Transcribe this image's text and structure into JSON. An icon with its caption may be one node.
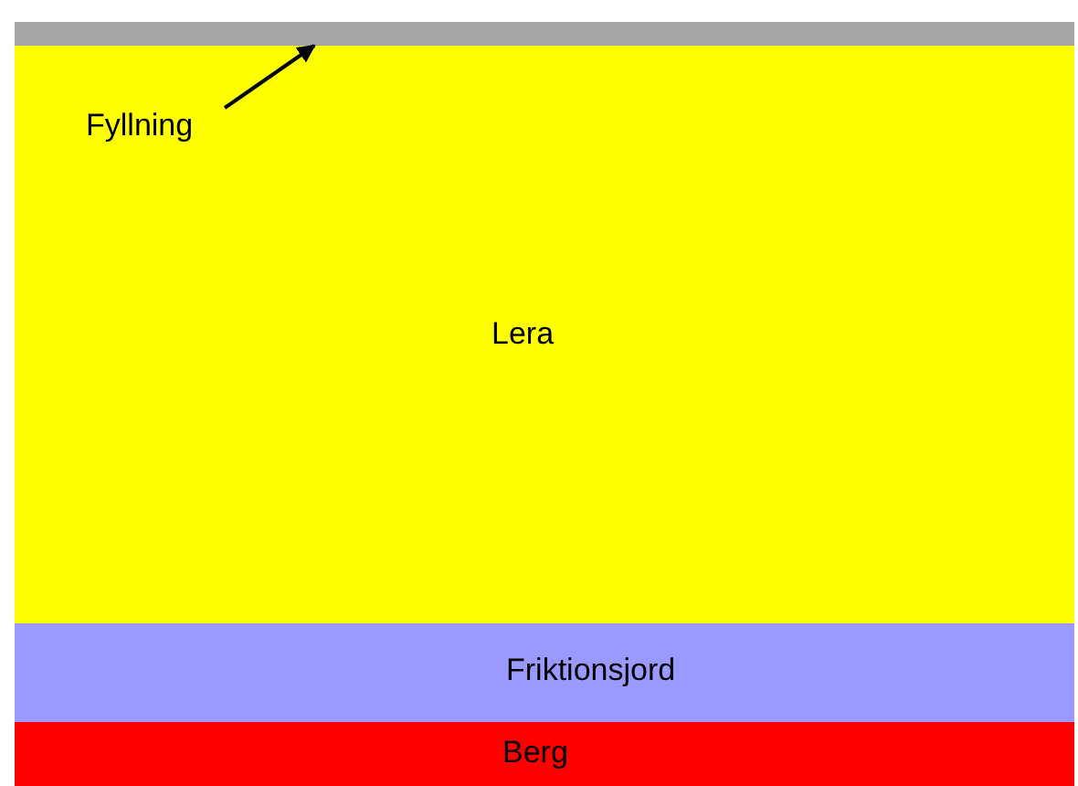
{
  "diagram": {
    "nodes": [
      {
        "text": [],
        "shape": "bar"
      },
      {
        "text": [
          "Lera"
        ]
      },
      {
        "text": [
          "Fyllning"
        ],
        "in": 1
      },
      {
        "text": [
          "Friktionsjord"
        ]
      },
      {
        "text": [
          "Berg"
        ]
      }
    ],
    "edges": [
      {
        "from": 2,
        "to": 0,
        "arrow": "to"
      }
    ]
  }
}
